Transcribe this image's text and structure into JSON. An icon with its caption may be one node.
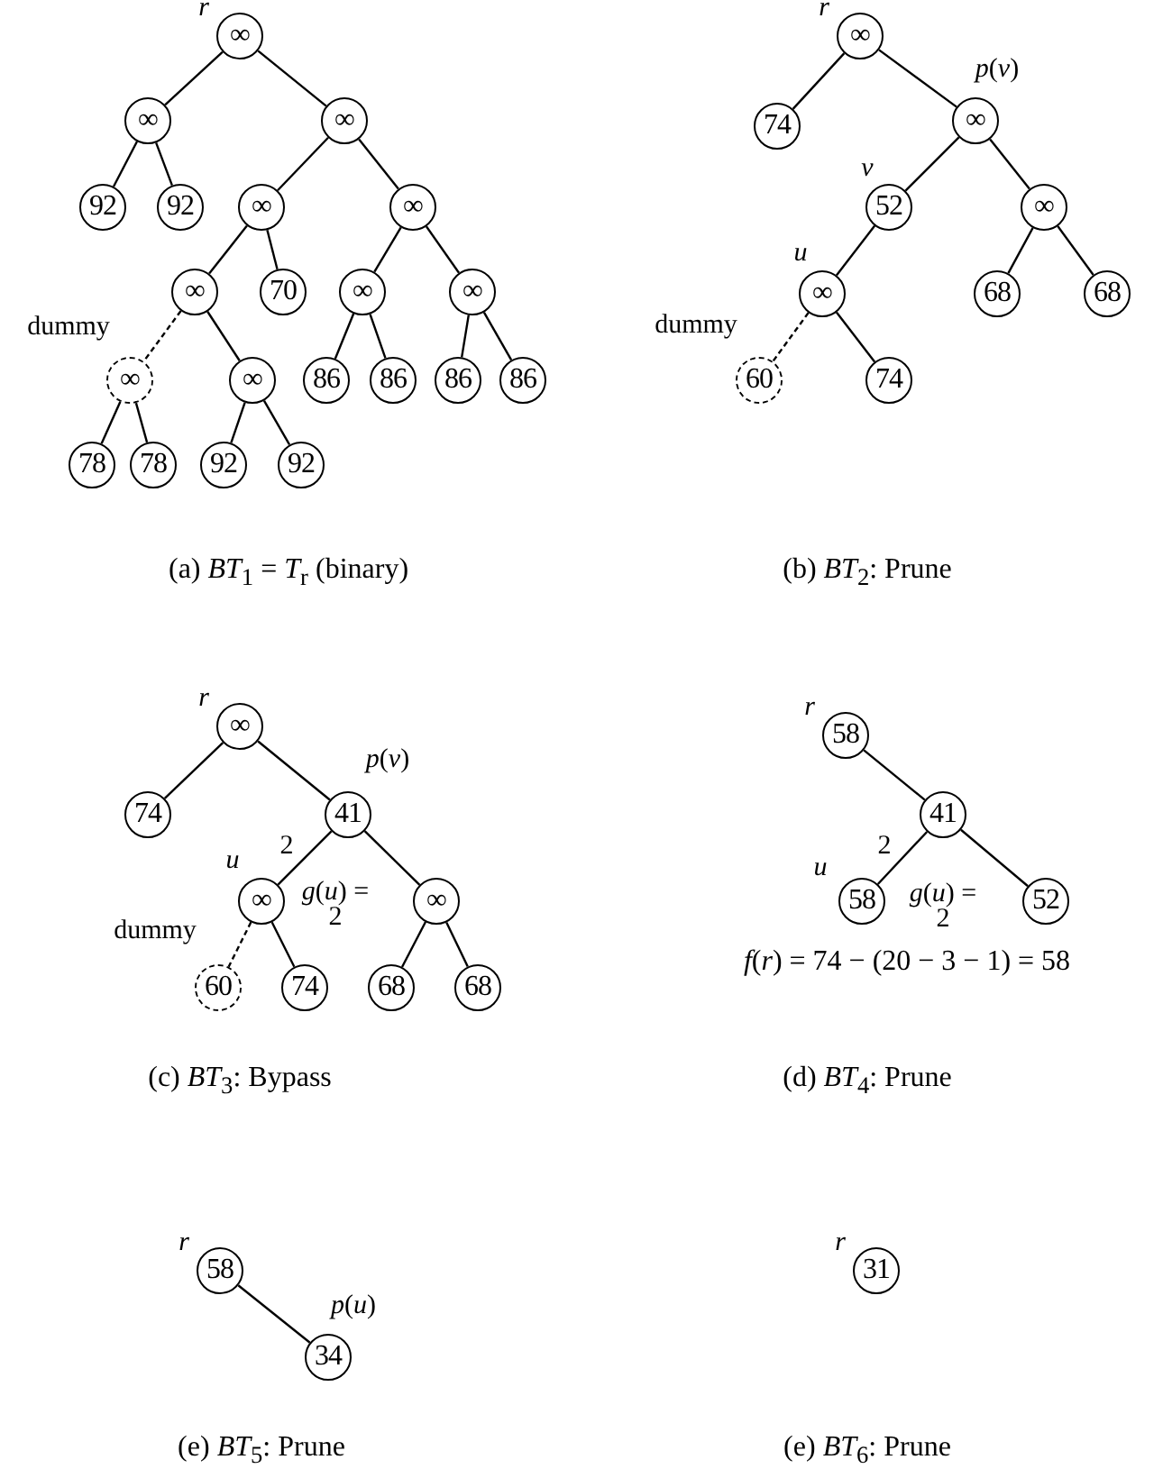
{
  "diagram": {
    "nodes": [
      {
        "text": [
          "∞"
        ],
        "beside": [
          "r"
        ]
      },
      {
        "text": [
          "∞"
        ]
      },
      {
        "text": [
          "∞"
        ]
      },
      {
        "text": [
          "92"
        ]
      },
      {
        "text": [
          "92"
        ]
      },
      {
        "text": [
          "∞"
        ]
      },
      {
        "text": [
          "∞"
        ]
      },
      {
        "text": [
          "∞"
        ]
      },
      {
        "text": [
          "70"
        ]
      },
      {
        "text": [
          "∞"
        ]
      },
      {
        "text": [
          "∞"
        ]
      },
      {
        "text": [
          "∞"
        ],
        "beside": [
          "dummy"
        ]
      },
      {
        "text": [
          "∞"
        ]
      },
      {
        "text": [
          "86"
        ]
      },
      {
        "text": [
          "86"
        ]
      },
      {
        "text": [
          "86"
        ]
      },
      {
        "text": [
          "86"
        ]
      },
      {
        "text": [
          "78"
        ]
      },
      {
        "text": [
          "78"
        ]
      },
      {
        "text": [
          "92"
        ]
      },
      {
        "text": [
          "92"
        ]
      },
      {
        "text": [
          "∞"
        ],
        "beside": [
          "r"
        ]
      },
      {
        "text": [
          "74"
        ]
      },
      {
        "text": [
          "∞"
        ],
        "beside": [
          "*p*(*v*)"
        ]
      },
      {
        "text": [
          "52"
        ],
        "beside": [
          "v"
        ]
      },
      {
        "text": [
          "∞"
        ]
      },
      {
        "text": [
          "∞"
        ],
        "beside": [
          "u"
        ]
      },
      {
        "text": [
          "68"
        ]
      },
      {
        "text": [
          "68"
        ]
      },
      {
        "text": [
          "60"
        ],
        "beside": [
          "dummy"
        ]
      },
      {
        "text": [
          "74"
        ]
      },
      {
        "text": [
          "∞"
        ],
        "beside": [
          "r"
        ]
      },
      {
        "text": [
          "74"
        ]
      },
      {
        "text": [
          "41"
        ],
        "beside": [
          "*p*(*v*)"
        ]
      },
      {
        "text": [
          "∞"
        ],
        "beside": [
          "u",
          "*g*(*u*) = 2"
        ]
      },
      {
        "text": [
          "∞"
        ]
      },
      {
        "text": [
          "60"
        ],
        "beside": [
          "dummy"
        ]
      },
      {
        "text": [
          "74"
        ]
      },
      {
        "text": [
          "68"
        ]
      },
      {
        "text": [
          "68"
        ]
      },
      {
        "text": [
          "58"
        ],
        "beside": [
          "r"
        ]
      },
      {
        "text": [
          "41"
        ]
      },
      {
        "text": [
          "58"
        ],
        "beside": [
          "u",
          "*g*(*u*) = 2"
        ]
      },
      {
        "text": [
          "52"
        ]
      },
      {
        "text": [
          "58"
        ],
        "beside": [
          "r"
        ]
      },
      {
        "text": [
          "34"
        ],
        "beside": [
          "*p*(*u*)"
        ]
      },
      {
        "text": [
          "31"
        ],
        "beside": [
          "r"
        ]
      }
    ],
    "edges": [
      {
        "from": 0,
        "to": 1,
        "arrow": "none"
      },
      {
        "from": 0,
        "to": 2,
        "arrow": "none"
      },
      {
        "from": 1,
        "to": 3,
        "arrow": "none"
      },
      {
        "from": 1,
        "to": 4,
        "arrow": "none"
      },
      {
        "from": 2,
        "to": 5,
        "arrow": "none"
      },
      {
        "from": 2,
        "to": 6,
        "arrow": "none"
      },
      {
        "from": 5,
        "to": 7,
        "arrow": "none"
      },
      {
        "from": 5,
        "to": 8,
        "arrow": "none"
      },
      {
        "from": 6,
        "to": 9,
        "arrow": "none"
      },
      {
        "from": 6,
        "to": 10,
        "arrow": "none"
      },
      {
        "from": 7,
        "to": 11,
        "arrow": "none",
        "style": "dashed"
      },
      {
        "from": 7,
        "to": 12,
        "arrow": "none"
      },
      {
        "from": 9,
        "to": 13,
        "arrow": "none"
      },
      {
        "from": 9,
        "to": 14,
        "arrow": "none"
      },
      {
        "from": 10,
        "to": 15,
        "arrow": "none"
      },
      {
        "from": 10,
        "to": 16,
        "arrow": "none"
      },
      {
        "from": 11,
        "to": 17,
        "arrow": "none"
      },
      {
        "from": 11,
        "to": 18,
        "arrow": "none"
      },
      {
        "from": 12,
        "to": 19,
        "arrow": "none"
      },
      {
        "from": 12,
        "to": 20,
        "arrow": "none"
      },
      {
        "from": 21,
        "to": 22,
        "arrow": "none"
      },
      {
        "from": 21,
        "to": 23,
        "arrow": "none"
      },
      {
        "from": 23,
        "to": 24,
        "arrow": "none"
      },
      {
        "from": 23,
        "to": 25,
        "arrow": "none"
      },
      {
        "from": 24,
        "to": 26,
        "arrow": "none"
      },
      {
        "from": 25,
        "to": 27,
        "arrow": "none"
      },
      {
        "from": 25,
        "to": 28,
        "arrow": "none"
      },
      {
        "from": 26,
        "to": 29,
        "arrow": "none",
        "style": "dashed"
      },
      {
        "from": 26,
        "to": 30,
        "arrow": "none"
      },
      {
        "from": 31,
        "to": 32,
        "arrow": "none"
      },
      {
        "from": 31,
        "to": 33,
        "arrow": "none"
      },
      {
        "from": 33,
        "to": 34,
        "arrow": "none",
        "label": "2"
      },
      {
        "from": 33,
        "to": 35,
        "arrow": "none"
      },
      {
        "from": 34,
        "to": 36,
        "arrow": "none",
        "style": "dashed"
      },
      {
        "from": 34,
        "to": 37,
        "arrow": "none"
      },
      {
        "from": 35,
        "to": 38,
        "arrow": "none"
      },
      {
        "from": 35,
        "to": 39,
        "arrow": "none"
      },
      {
        "from": 40,
        "to": 41,
        "arrow": "none"
      },
      {
        "from": 41,
        "to": 42,
        "arrow": "none",
        "label": "2"
      },
      {
        "from": 41,
        "to": 43,
        "arrow": "none"
      },
      {
        "from": 44,
        "to": 45,
        "arrow": "none"
      }
    ],
    "labels": [
      "(a) *BT*$_{1}$ = *T*$_{r}$ (binary)",
      "(b) *BT*$_{2}$: Prune",
      "*f*(*r*) = 74 − (20 − 3 − 1) = 58",
      "(c) *BT*$_{3}$: Bypass",
      "(d) *BT*$_{4}$: Prune",
      "(e) *BT*$_{5}$: Prune",
      "(e) *BT*$_{6}$: Prune"
    ]
  }
}
